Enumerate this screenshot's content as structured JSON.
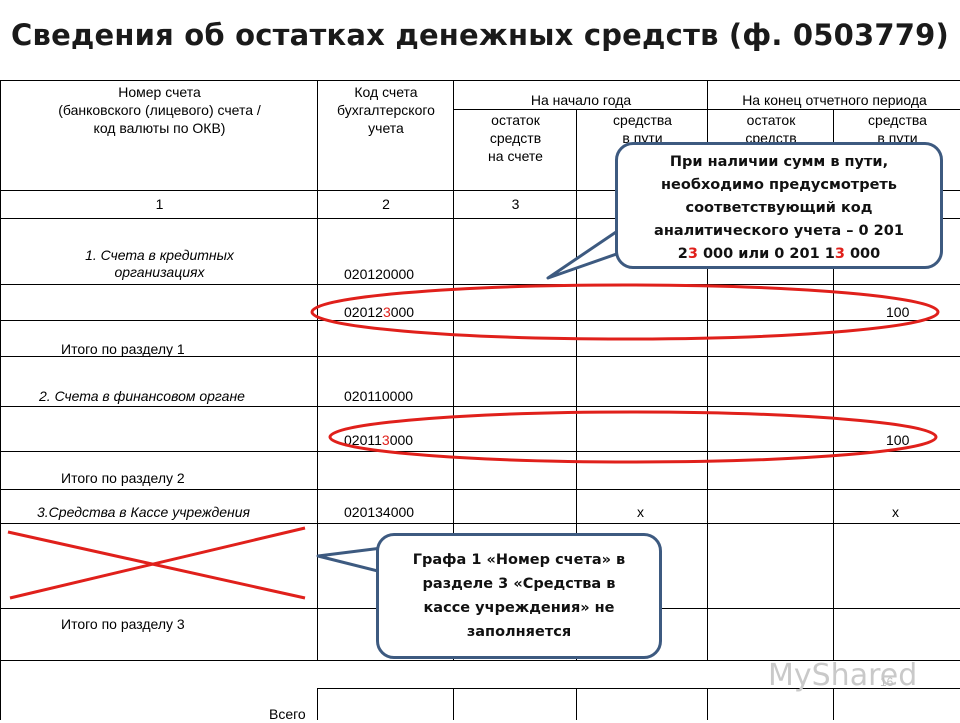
{
  "title": "Сведения об остатках денежных средств (ф. 0503779)",
  "table": {
    "headers": {
      "col1": [
        "Номер счета",
        "(банковского (лицевого) счета /",
        "код валюты по ОКВ)"
      ],
      "col2": [
        "Код счета",
        "бухгалтерского",
        "учета"
      ],
      "begin_year": "На начало года",
      "end_period": "На конец отчетного периода",
      "balance": [
        "остаток",
        "средств",
        "на счете"
      ],
      "transit": [
        "средства",
        "в пути"
      ],
      "balance_end": [
        "остаток",
        "средств"
      ],
      "transit_end": [
        "средства",
        "в пути"
      ]
    },
    "numbers": [
      "1",
      "2",
      "3"
    ],
    "rows": {
      "r1_label": [
        "1. Счета в кредитных",
        "организациях"
      ],
      "r1_code": "020120000",
      "r2_code_a": "02012",
      "r2_code_b": "3",
      "r2_code_c": "000",
      "r2_value": "100",
      "r3_label": "Итого по разделу 1",
      "r4_label": "2. Счета в финансовом органе",
      "r4_code": "020110000",
      "r5_code_a": "02011",
      "r5_code_b": "3",
      "r5_code_c": "000",
      "r5_value": "100",
      "r6_label": "Итого по разделу 2",
      "r7_label": "3.Средства в Кассе учреждения",
      "r7_code": "020134000",
      "r7_x1": "x",
      "r7_x2": "x",
      "r9_label": "Итого по разделу 3",
      "total_label": "Всего"
    }
  },
  "callout_top": {
    "line1": "При наличии сумм в пути,",
    "line2": "необходимо предусмотреть",
    "line3": "соответствующий код",
    "line4": "аналитического учета – 0 201",
    "line5_a": "2",
    "line5_b": "3",
    "line5_c": " 000 или 0 201 1",
    "line5_d": "3",
    "line5_e": " 000"
  },
  "callout_bottom": {
    "line1": "Графа 1 «Номер счета» в",
    "line2": "разделе 3 «Средства в",
    "line3": "кассе учреждения» не",
    "line4": "заполняется"
  },
  "watermark": "MyShared",
  "page_number": "16",
  "colors": {
    "highlight_red": "#e0201b",
    "callout_border": "#3d5a80"
  }
}
